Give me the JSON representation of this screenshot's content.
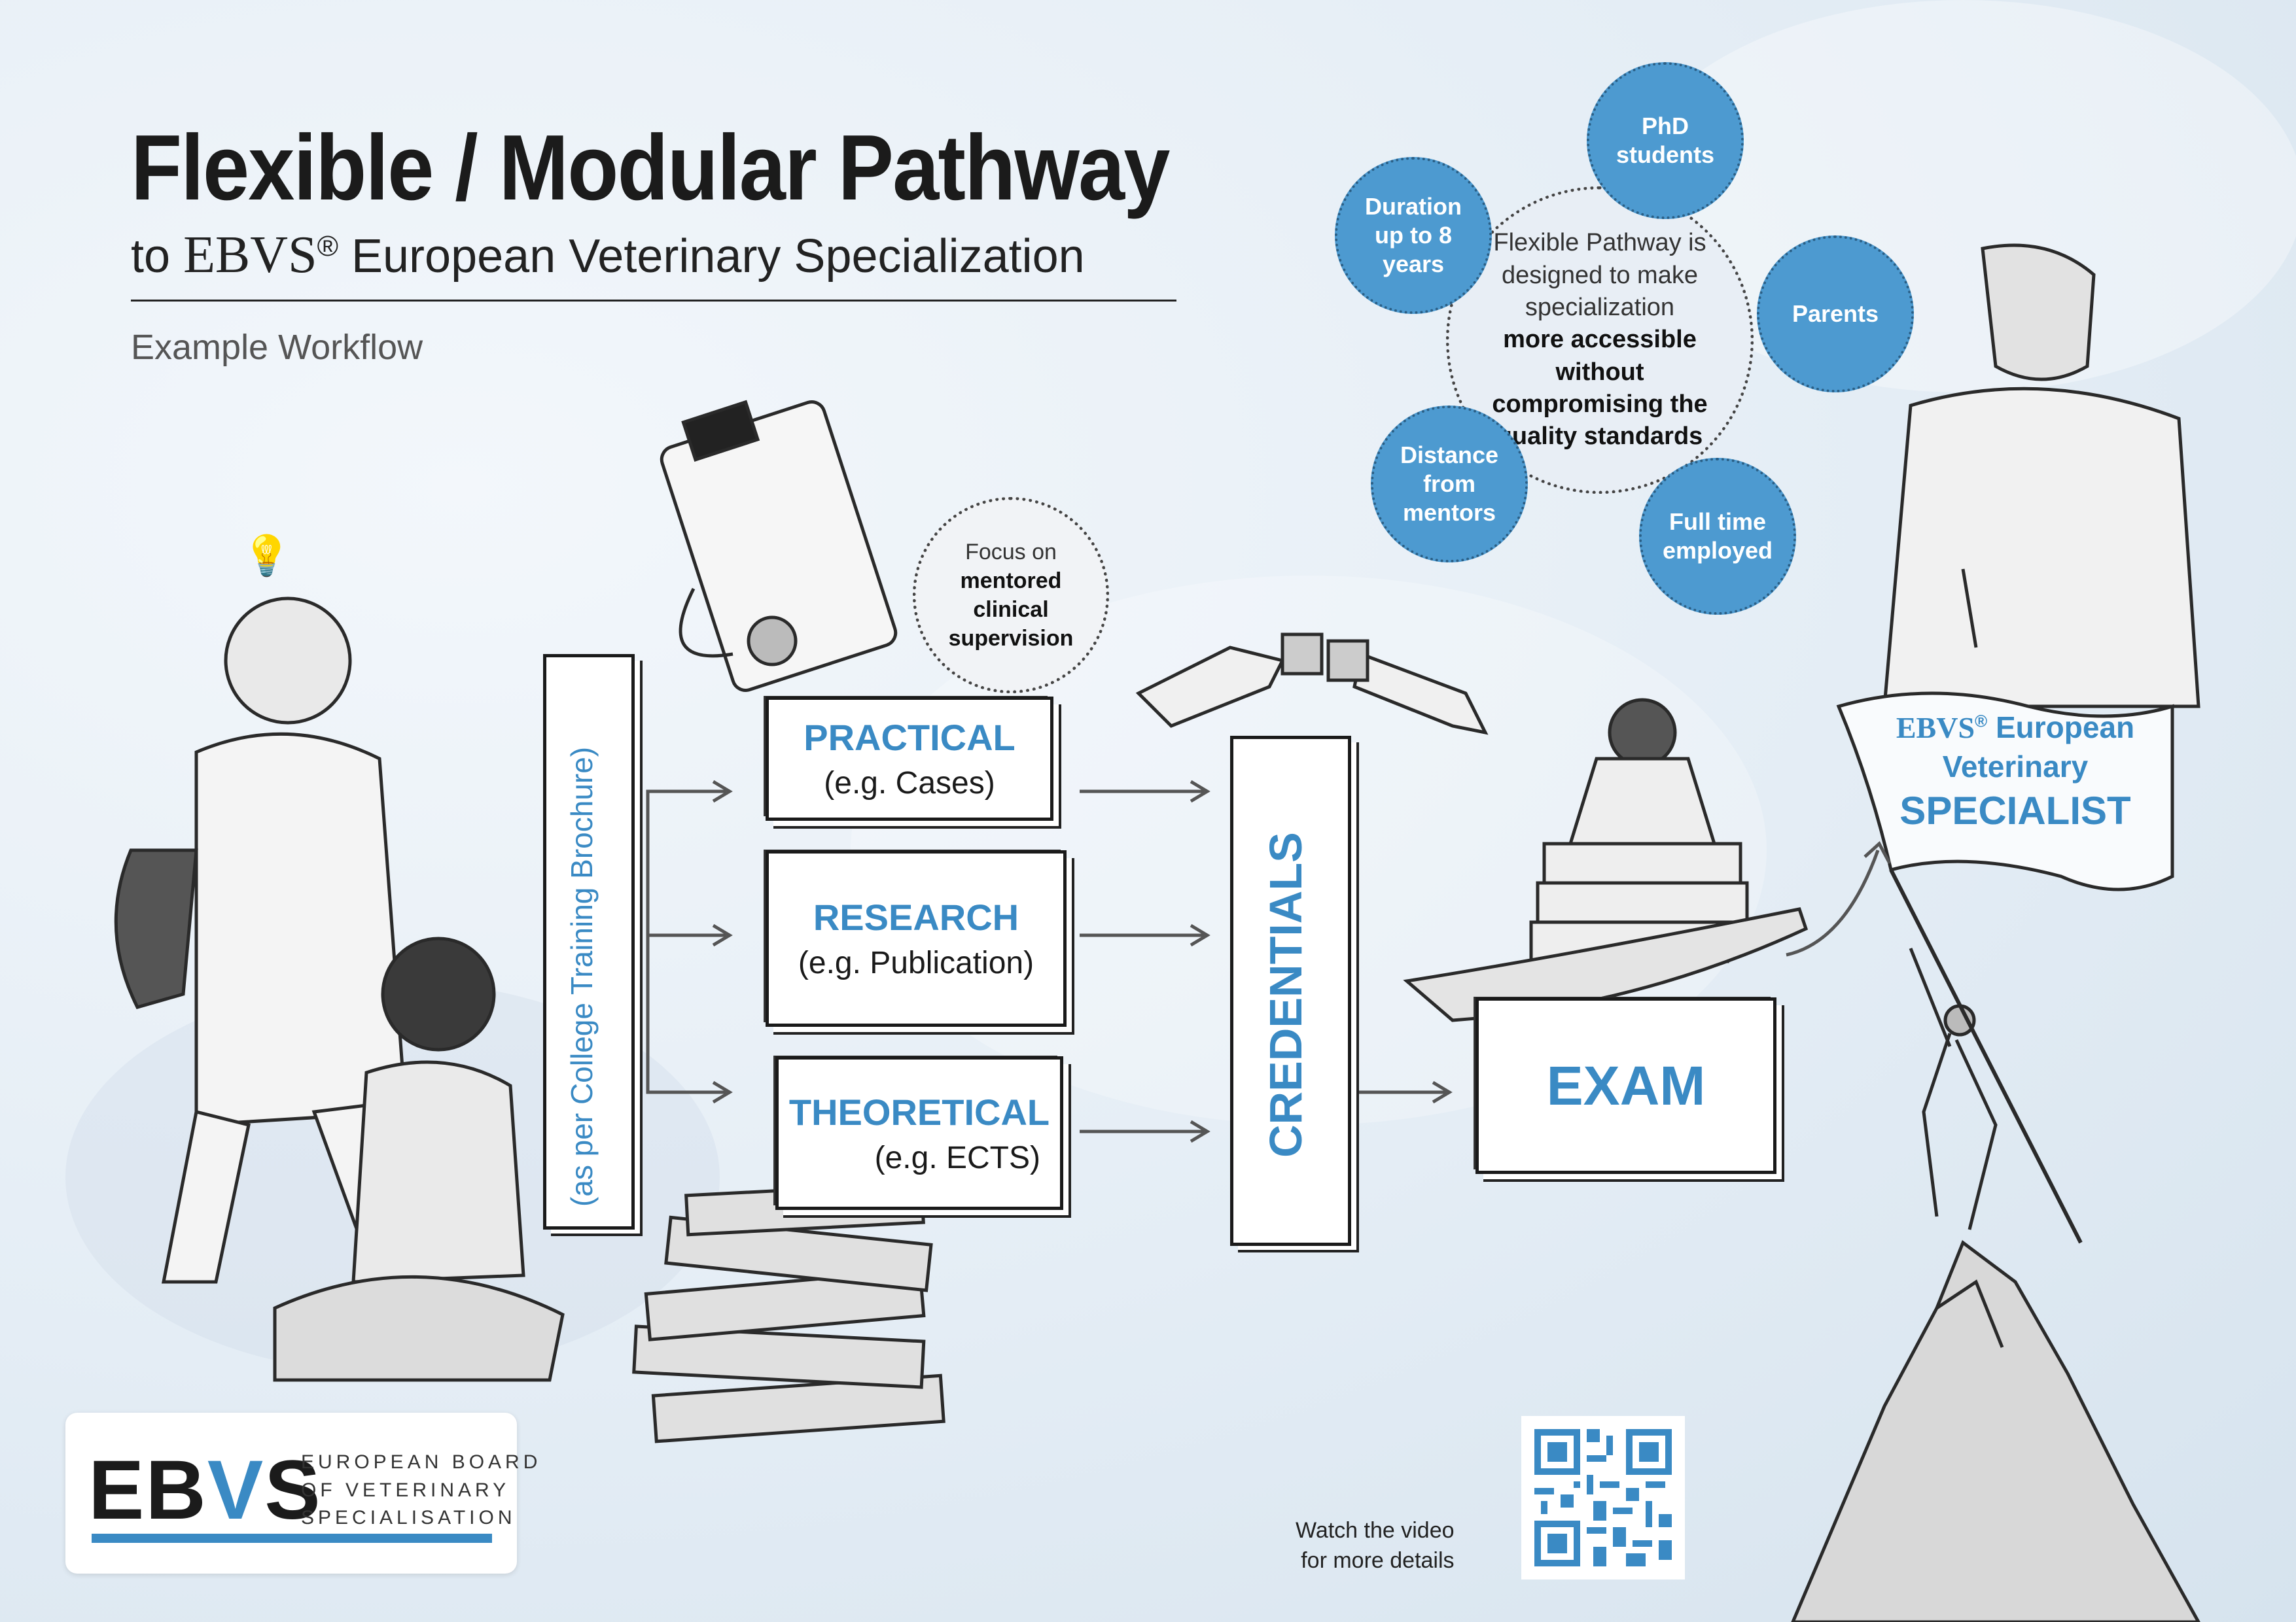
{
  "header": {
    "title": "Flexible / Modular Pathway",
    "subtitle_prefix": "to ",
    "subtitle_brand": "EBVS",
    "subtitle_reg": "®",
    "subtitle_rest": " European Veterinary Specialization",
    "workflow_label": "Example Workflow"
  },
  "vertical_bar": {
    "label": "(as per College Training Brochure)"
  },
  "focus_bubble": {
    "line1": "Focus on",
    "line2": "mentored",
    "line3": "clinical",
    "line4": "supervision"
  },
  "modules": [
    {
      "title": "PRACTICAL",
      "sub": "(e.g. Cases)"
    },
    {
      "title": "RESEARCH",
      "sub": "(e.g. Publication)"
    },
    {
      "title": "THEORETICAL",
      "sub": "(e.g. ECTS)"
    }
  ],
  "credentials": {
    "label": "CREDENTIALS"
  },
  "exam": {
    "label": "EXAM"
  },
  "center_bubble": {
    "normal": "Flexible Pathway is designed to make specialization",
    "bold": "more accessible without compromising the quality standards"
  },
  "bubbles": [
    {
      "label": "PhD students"
    },
    {
      "label": "Duration up to 8 years"
    },
    {
      "label": "Parents"
    },
    {
      "label": "Distance from mentors"
    },
    {
      "label": "Full time employed"
    }
  ],
  "flag": {
    "brand": "EBVS",
    "reg": "®",
    "line1_rest": " European",
    "line2": "Veterinary",
    "line3": "SPECIALIST"
  },
  "logo": {
    "mark_pre": "EB",
    "mark_v": "V",
    "mark_post": "S",
    "line1": "EUROPEAN BOARD",
    "line2": "OF VETERINARY",
    "line3": "SPECIALISATION"
  },
  "video": {
    "line1": "Watch the video",
    "line2": "for more details"
  },
  "colors": {
    "accent": "#3a8ac4",
    "bubble": "#4d9ad0",
    "ink": "#1a1a1a"
  }
}
